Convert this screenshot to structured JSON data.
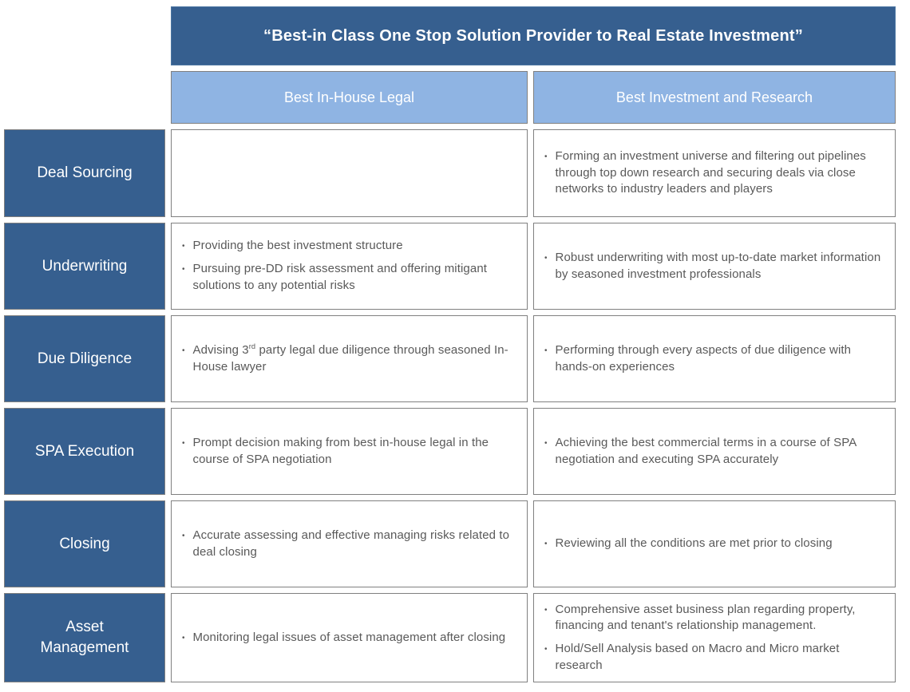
{
  "header": {
    "title": "“Best-in Class One Stop Solution Provider to Real Estate Investment”",
    "columns": [
      {
        "label": "Best In-House Legal"
      },
      {
        "label": "Best Investment and Research"
      }
    ]
  },
  "colors": {
    "dark_blue": "#365F8F",
    "light_blue": "#8FB4E3",
    "border_gray": "#808080",
    "body_text": "#595959",
    "header_text": "#FFFFFF"
  },
  "rows": [
    {
      "label": "Deal Sourcing",
      "legal": [],
      "research": [
        "Forming an investment universe and filtering out pipelines through top down research and securing deals via close networks to industry leaders and players"
      ]
    },
    {
      "label": "Underwriting",
      "legal": [
        "Providing the best investment structure",
        "Pursuing pre-DD risk assessment and offering mitigant solutions to any potential risks"
      ],
      "research": [
        "Robust underwriting with most up-to-date market information by seasoned investment professionals"
      ]
    },
    {
      "label": "Due Diligence",
      "legal": [
        "Advising 3^{rd} party legal due diligence through seasoned In-House lawyer"
      ],
      "research": [
        "Performing through every aspects of due diligence with hands-on experiences"
      ]
    },
    {
      "label": "SPA Execution",
      "legal": [
        "Prompt decision making from best in-house legal in the course of SPA negotiation"
      ],
      "research": [
        "Achieving the best commercial terms in a course of SPA negotiation and executing SPA accurately"
      ]
    },
    {
      "label": "Closing",
      "legal": [
        "Accurate assessing and effective managing risks related to deal closing"
      ],
      "research": [
        "Reviewing all the conditions are met prior to closing"
      ]
    },
    {
      "label": "Asset Management",
      "legal": [
        "Monitoring legal issues of asset management after closing"
      ],
      "research": [
        "Comprehensive asset business plan regarding property, financing and tenant's relationship management.",
        "Hold/Sell Analysis based on Macro and Micro market research"
      ]
    }
  ]
}
